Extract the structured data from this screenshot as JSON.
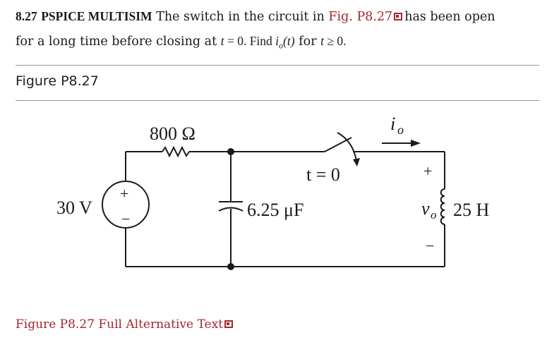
{
  "problem": {
    "number": "8.27",
    "tags": "PSPICE MULTISIM",
    "text_a": "The switch in the circuit in",
    "fig_ref": "Fig. P8.27",
    "text_b": "has been open",
    "line2_a": "for a long time before closing at",
    "line2_t": "t",
    "line2_eq": " = 0. Find ",
    "line2_io": "i",
    "line2_o_sub": "o",
    "line2_t2": "(t)",
    "line2_c": " for ",
    "line2_t3": "t",
    "line2_d": " ≥ 0."
  },
  "figure": {
    "label": "Figure",
    "id": "P8.27",
    "alt_text_link": "Figure P8.27 Full Alternative Text"
  },
  "circuit": {
    "resistor_label": "800 Ω",
    "source_label": "30 V",
    "source_plus": "+",
    "source_minus": "−",
    "capacitor_label": "6.25 μF",
    "switch_label": "t = 0",
    "current_label_i": "i",
    "current_label_o": "o",
    "voltage_plus": "+",
    "voltage_minus": "−",
    "voltage_label_v": "v",
    "voltage_label_o": "o",
    "inductor_label": "25 H"
  },
  "colors": {
    "link": "#a4272e",
    "wire": "#1a1a1a"
  }
}
